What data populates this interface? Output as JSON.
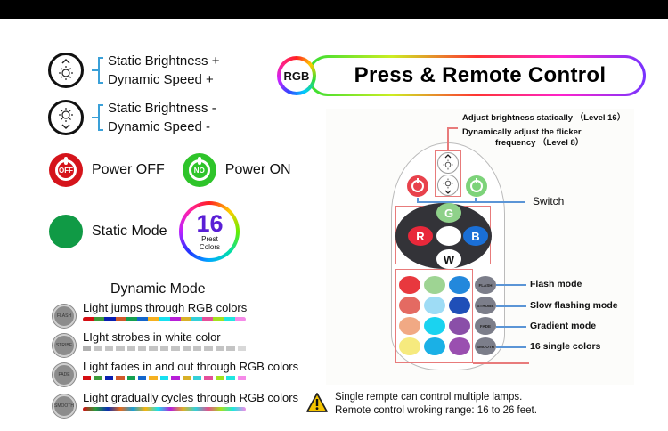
{
  "legend": {
    "brightness_up": {
      "icon": "brightness-up-icon",
      "lines": [
        "Static Brightness +",
        "Dynamic Speed +"
      ]
    },
    "brightness_down": {
      "icon": "brightness-down-icon",
      "lines": [
        "Static Brightness -",
        "Dynamic Speed -"
      ]
    },
    "power_off": {
      "badge": "OFF",
      "label": "Power OFF",
      "color": "#d5141b"
    },
    "power_on": {
      "badge": "NO",
      "label": "Power ON",
      "color": "#2ec42a"
    },
    "static_mode": {
      "label": "Static Mode",
      "color": "#109a45"
    },
    "preset_colors": {
      "count": "16",
      "line1": "Prest",
      "line2": "Colors"
    }
  },
  "dynamic_mode": {
    "title": "Dynamic Mode",
    "items": [
      {
        "button": "FLASH",
        "text": "Light jumps through RGB colors",
        "strip": "solid"
      },
      {
        "button": "STRIBE",
        "text": "LIght strobes in white color",
        "strip": "white"
      },
      {
        "button": "FADE",
        "text": "Light fades in and out through RGB colors",
        "strip": "dashed"
      },
      {
        "button": "SMOOTH",
        "text": "Light gradually cycles through RGB colors",
        "strip": "gradient"
      }
    ],
    "strip_colors": [
      "#d40e12",
      "#3e9a3a",
      "#0a1fb0",
      "#d0582a",
      "#14a050",
      "#1366cc",
      "#f5b020",
      "#17e0f0",
      "#b71fd8",
      "#d8b028",
      "#34d0d8",
      "#e44f9a",
      "#a4e11e",
      "#20e6e0",
      "#f58ae8"
    ],
    "strobe_colors": [
      "#b0b0b0",
      "#c4c4c4",
      "#c4c4c4",
      "#c4c4c4",
      "#c4c4c4",
      "#c4c4c4",
      "#c4c4c4",
      "#c4c4c4",
      "#c4c4c4",
      "#c4c4c4",
      "#c4c4c4",
      "#c4c4c4",
      "#c4c4c4",
      "#c4c4c4",
      "#d8d8d8"
    ]
  },
  "header": {
    "badge": "RGB",
    "title": "Press & Remote Control"
  },
  "remote": {
    "annotations": {
      "brightness": "Adjust brightness statically （Level 16）",
      "flicker_line1": "Dynamically adjust the flicker",
      "flicker_line2": "frequency （Level  8）",
      "switch": "Switch",
      "flash": "Flash mode",
      "strobe": "Slow flashing mode",
      "fade": "Gradient mode",
      "smooth": "16 single colors"
    },
    "wheel": {
      "top": "G",
      "left": "R",
      "right": "B",
      "bottom": "W"
    },
    "wheel_colors": {
      "G": "#8fd18a",
      "R": "#e8283a",
      "B": "#1a6fd6",
      "W": "#ffffff",
      "center": "#ffffff"
    },
    "power_colors": {
      "off": "#e8424c",
      "on": "#7dd37a"
    },
    "color_grid": [
      [
        "#e8383e",
        "#9ed493",
        "#2388dc"
      ],
      [
        "#e46a62",
        "#9edcf5",
        "#1f4fb8"
      ],
      [
        "#f1a984",
        "#1ad3f0",
        "#8a4fa8"
      ],
      [
        "#f6ea7e",
        "#1ab0e6",
        "#9a4fb0"
      ]
    ],
    "mode_buttons": [
      "FLASH",
      "STROBE",
      "FADE",
      "SMOOTH"
    ]
  },
  "notice": {
    "line1": "Single rempte can control multiple lamps.",
    "line2": "Remote control wroking range: 16 to 26 feet."
  }
}
